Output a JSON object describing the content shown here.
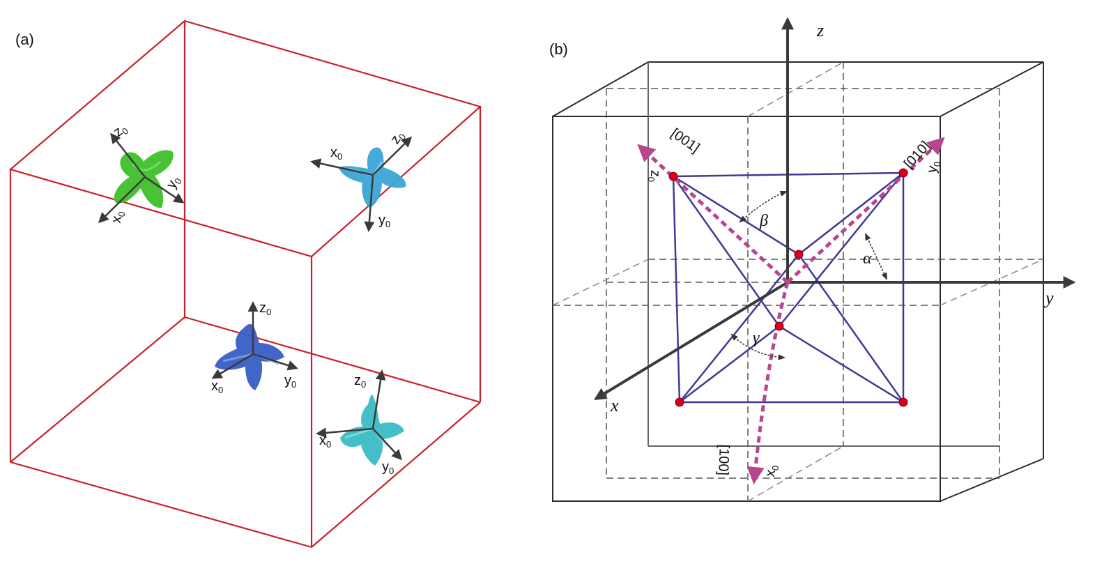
{
  "panels": {
    "a": {
      "label": "(a)",
      "cube_color": "#c8202a",
      "grains": [
        {
          "name": "green",
          "color": "#3fbf2a",
          "axes": {
            "x": "x",
            "y": "y",
            "z": "z",
            "sub": "0"
          }
        },
        {
          "name": "light-blue",
          "color": "#3aa7d6",
          "axes": {
            "x": "x",
            "y": "y",
            "z": "z",
            "sub": "0"
          }
        },
        {
          "name": "dark-blue",
          "color": "#3a62c8",
          "axes": {
            "x": "x",
            "y": "y",
            "z": "z",
            "sub": "0"
          }
        },
        {
          "name": "cyan",
          "color": "#3bbcc4",
          "axes": {
            "x": "x",
            "y": "y",
            "z": "z",
            "sub": "0"
          }
        }
      ]
    },
    "b": {
      "label": "(b)",
      "global_axes": {
        "x": "x",
        "y": "y",
        "z": "z"
      },
      "local_axes": {
        "x": "x",
        "y": "y",
        "z": "z",
        "sub": "0"
      },
      "directions": {
        "d100": "[100]",
        "d010": "[010]",
        "d001": "[001]"
      },
      "angles": {
        "alpha": "α",
        "beta": "β",
        "gamma": "γ"
      },
      "colors": {
        "octahedron": "#3d3a94",
        "vertex": "#d8001c",
        "local_axis": "#b8468f",
        "box": "#222222"
      }
    }
  }
}
